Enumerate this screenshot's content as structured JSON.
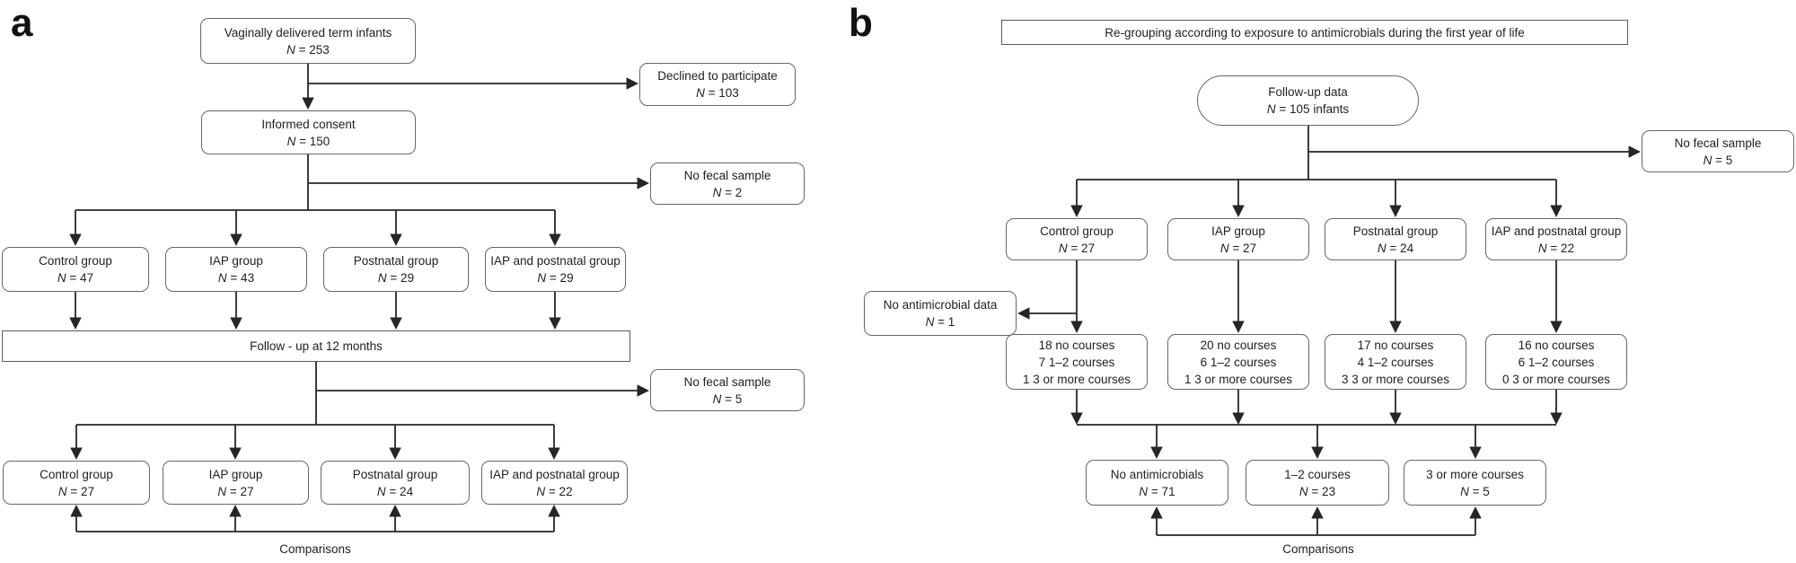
{
  "panel_a": {
    "label": "a",
    "comparisons_label": "Comparisons",
    "boxes": {
      "vaginal": {
        "line1": "Vaginally delivered term infants",
        "n": "N = 253"
      },
      "declined": {
        "line1": "Declined to participate",
        "n": "N = 103"
      },
      "consent": {
        "line1": "Informed consent",
        "n": "N = 150"
      },
      "no_fecal_1": {
        "line1": "No fecal sample",
        "n": "N = 2"
      },
      "control_1": {
        "line1": "Control group",
        "n": "N = 47"
      },
      "iap_1": {
        "line1": "IAP group",
        "n": "N = 43"
      },
      "postnatal_1": {
        "line1": "Postnatal group",
        "n": "N = 29"
      },
      "iap_postnatal_1": {
        "line1": "IAP and postnatal group",
        "n": "N = 29"
      },
      "followup": {
        "line1": "Follow - up at 12 months"
      },
      "no_fecal_2": {
        "line1": "No fecal sample",
        "n": "N = 5"
      },
      "control_2": {
        "line1": "Control group",
        "n": "N = 27"
      },
      "iap_2": {
        "line1": "IAP group",
        "n": "N = 27"
      },
      "postnatal_2": {
        "line1": "Postnatal group",
        "n": "N = 24"
      },
      "iap_postnatal_2": {
        "line1": "IAP and postnatal group",
        "n": "N = 22"
      }
    }
  },
  "panel_b": {
    "label": "b",
    "header": "Re-grouping according to exposure to antimicrobials during the first year of life",
    "comparisons_label": "Comparisons",
    "boxes": {
      "followup_data": {
        "line1": "Follow-up data",
        "n": "N = 105 infants"
      },
      "no_fecal": {
        "line1": "No fecal sample",
        "n": "N = 5"
      },
      "control": {
        "line1": "Control group",
        "n": "N = 27"
      },
      "iap": {
        "line1": "IAP group",
        "n": "N = 27"
      },
      "postnatal": {
        "line1": "Postnatal group",
        "n": "N = 24"
      },
      "iap_postnatal": {
        "line1": "IAP and postnatal group",
        "n": "N = 22"
      },
      "no_antimicrobial_data": {
        "line1": "No antimicrobial data",
        "n": "N = 1"
      },
      "courses_control": {
        "lines": [
          "18 no courses",
          "7 1–2 courses",
          "1 3 or more courses"
        ]
      },
      "courses_iap": {
        "lines": [
          "20 no courses",
          "6 1–2 courses",
          "1 3 or more courses"
        ]
      },
      "courses_postnatal": {
        "lines": [
          "17 no courses",
          "4 1–2 courses",
          "3 3 or more courses"
        ]
      },
      "courses_iap_postnatal": {
        "lines": [
          "16 no courses",
          "6 1–2 courses",
          "0 3 or more courses"
        ]
      },
      "no_antimicrobials": {
        "line1": "No antimicrobials",
        "n": "N = 71"
      },
      "courses_1_2": {
        "line1": "1–2 courses",
        "n": "N = 23"
      },
      "courses_3_more": {
        "line1": "3 or more courses",
        "n": "N = 5"
      }
    }
  },
  "colors": {
    "line": "#262626",
    "box_border": "#666666",
    "text": "#1f1f1f",
    "background": "#ffffff"
  }
}
